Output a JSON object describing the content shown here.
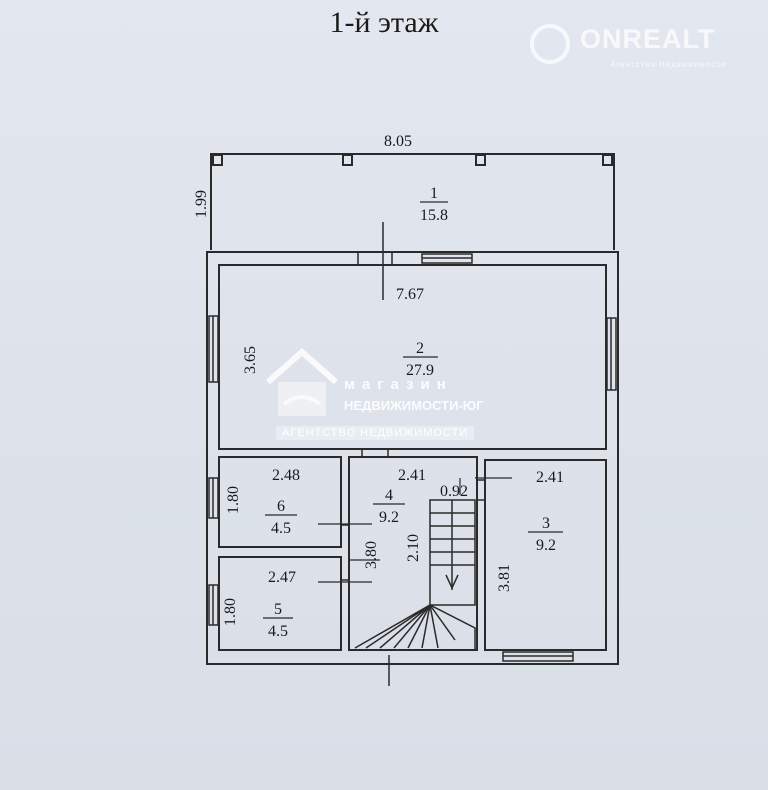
{
  "title": "1-й этаж",
  "watermark_top": {
    "brand": "ONREALT",
    "tagline": "Агентство Недвижимости"
  },
  "watermark_center": {
    "line1": "магазин",
    "line2": "НЕДВИЖИМОСТИ-ЮГ",
    "line3": "АГЕНТСТВО НЕДВИЖИМОСТИ"
  },
  "rooms": [
    {
      "number": "1",
      "area": "15.8"
    },
    {
      "number": "2",
      "area": "27.9"
    },
    {
      "number": "3",
      "area": "9.2"
    },
    {
      "number": "4",
      "area": "9.2"
    },
    {
      "number": "5",
      "area": "4.5"
    },
    {
      "number": "6",
      "area": "4.5"
    }
  ],
  "dimensions": {
    "terrace_width": "8.05",
    "terrace_depth": "1.99",
    "hall_width": "7.67",
    "hall_depth": "3.65",
    "room6_width": "2.48",
    "room6_depth": "1.80",
    "room5_width": "2.47",
    "room5_depth": "1.80",
    "corridor_width": "2.41",
    "corridor_depth": "3.80",
    "stair_depth": "2.10",
    "stair_step": "0.92",
    "room3_width": "2.41",
    "room3_depth": "3.81"
  }
}
